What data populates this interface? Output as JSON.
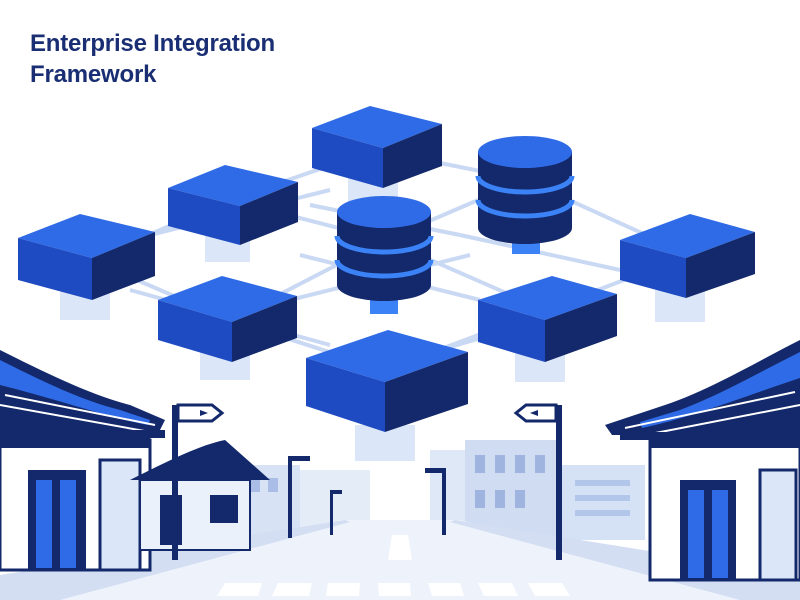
{
  "title": {
    "line1": "Enterprise Integration",
    "line2": "Framework"
  },
  "illustration": {
    "subject": "network of server blocks and database cylinders above a street with traditional roofed buildings",
    "colors": {
      "navy": "#13296b",
      "blue": "#2f6be6",
      "blue_dark": "#1e4bc2",
      "light": "#dbe6f8",
      "pale": "#eaf1fb",
      "accent": "#3b82f6"
    },
    "icons": [
      "server-block-icon",
      "database-icon",
      "street-sign-icon",
      "street-lamp-icon"
    ]
  }
}
